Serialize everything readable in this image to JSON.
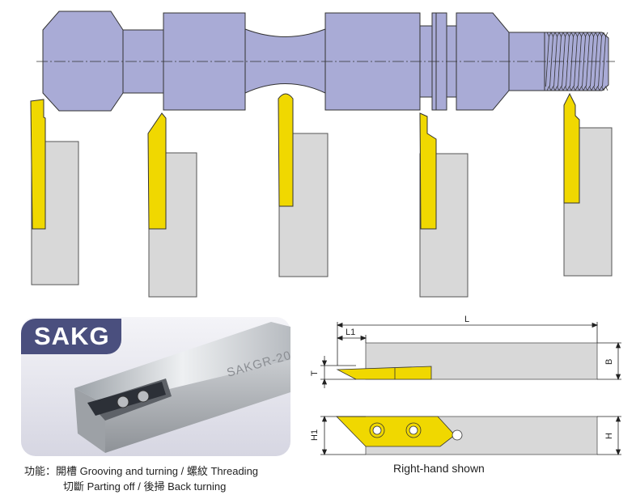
{
  "product": {
    "code": "SAKG",
    "tool_engraving": "SAKGR-20"
  },
  "functions": {
    "prefix": "功能：",
    "line1": "開槽 Grooving and  turning / 螺紋  Threading",
    "line2": "切斷  Parting off / 後掃  Back turning"
  },
  "drawing": {
    "caption": "Right-hand shown",
    "labels": {
      "L": "L",
      "L1": "L1",
      "T": "T",
      "B": "B",
      "H1": "H1",
      "H": "H"
    }
  },
  "colors": {
    "workpiece": "#a9abd6",
    "insert": "#f0d800",
    "holder": "#d8d8d8",
    "badge": "#4a4f7e",
    "photo_bg": "#e6e6ee"
  }
}
